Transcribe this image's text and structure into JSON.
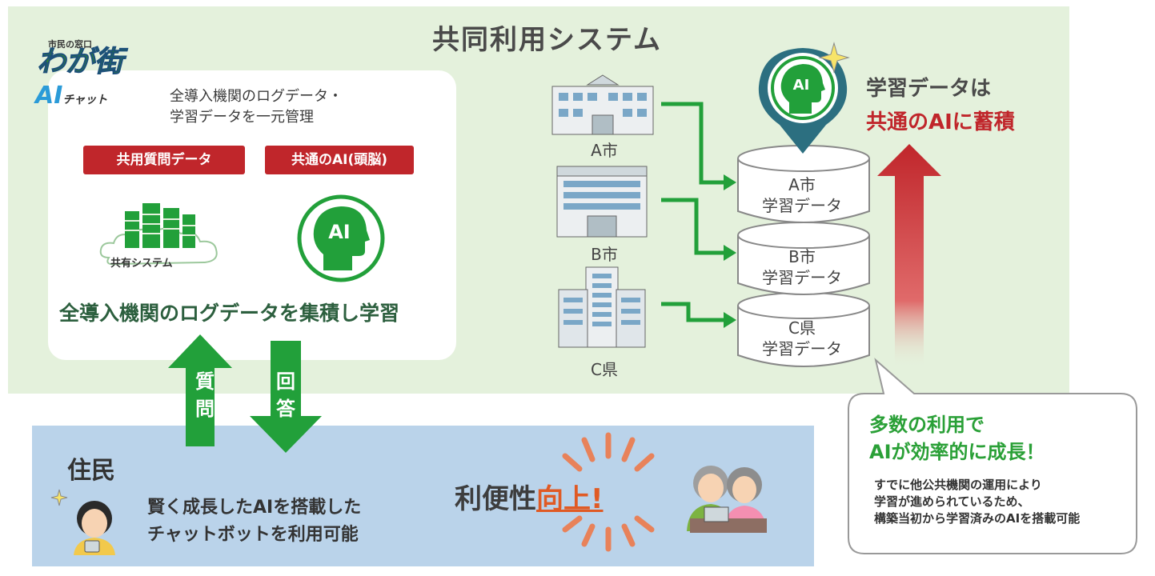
{
  "system_title": "共同利用システム",
  "logo": {
    "top": "市民の窓口",
    "middle": "わが街",
    "ai": "AI",
    "chat": "チャット"
  },
  "panel": {
    "note_line1": "全導入機関のログデータ・",
    "note_line2": "学習データを一元管理",
    "tag1": "共用質問データ",
    "tag2": "共通のAI(頭脳)",
    "shared_system_label": "共有システム",
    "ai_badge": "AI",
    "caption": "全導入機関のログデータを集積し学習"
  },
  "arrows": {
    "question": "質問",
    "answer": "回答"
  },
  "resident": {
    "title": "住民",
    "text_line1": "賢く成長したAIを搭載した",
    "text_line2": "チャットボットを利用可能"
  },
  "convenience": {
    "prefix": "利便性",
    "highlight": "向上!"
  },
  "cities": {
    "a": "A市",
    "b": "B市",
    "c": "C県"
  },
  "databases": {
    "a_line1": "A市",
    "a_line2": "学習データ",
    "b_line1": "B市",
    "b_line2": "学習データ",
    "c_line1": "C県",
    "c_line2": "学習データ"
  },
  "ai_pin": "AI",
  "ai_note": {
    "line1": "学習データは",
    "line2": "共通のAIに蓄積"
  },
  "bubble": {
    "title_line1": "多数の利用で",
    "title_line2": "AIが効率的に成長！",
    "body_line1": "すでに他公共機関の運用により",
    "body_line2": "学習が進められているため、",
    "body_line3": "構築当初から学習済みのAIを搭載可能"
  },
  "colors": {
    "green": "#22a03a",
    "red": "#c0262b",
    "orange": "#e05a24",
    "green_bg": "#e4f1dc",
    "blue_bg": "#bad3ea"
  }
}
